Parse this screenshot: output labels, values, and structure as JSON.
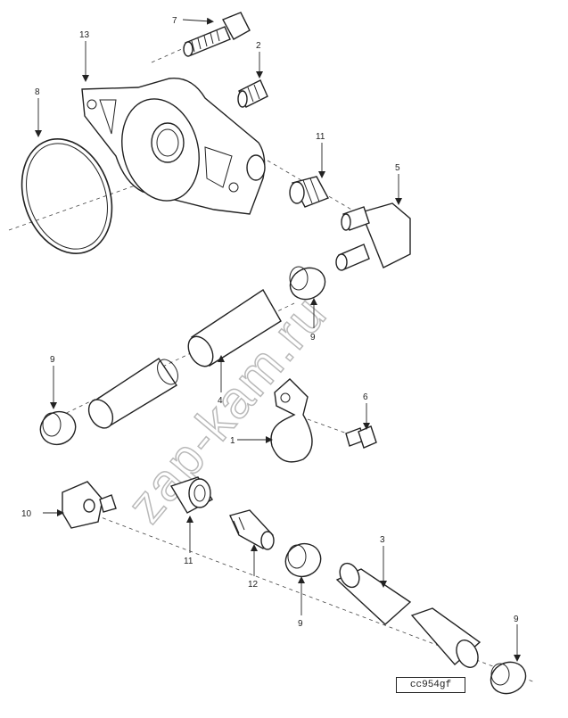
{
  "callouts": [
    {
      "id": "c13",
      "text": "13"
    },
    {
      "id": "c7",
      "text": "7"
    },
    {
      "id": "c2",
      "text": "2"
    },
    {
      "id": "c8",
      "text": "8"
    },
    {
      "id": "c11a",
      "text": "11"
    },
    {
      "id": "c5",
      "text": "5"
    },
    {
      "id": "c9a",
      "text": "9"
    },
    {
      "id": "c9b",
      "text": "9"
    },
    {
      "id": "c4",
      "text": "4"
    },
    {
      "id": "c6",
      "text": "6"
    },
    {
      "id": "c1",
      "text": "1"
    },
    {
      "id": "c10",
      "text": "10"
    },
    {
      "id": "c11b",
      "text": "11"
    },
    {
      "id": "c12",
      "text": "12"
    },
    {
      "id": "c3",
      "text": "3"
    },
    {
      "id": "c9c",
      "text": "9"
    },
    {
      "id": "c9d",
      "text": "9"
    }
  ],
  "watermark": "zap-kam.ru",
  "figure_code": "cc954gf"
}
